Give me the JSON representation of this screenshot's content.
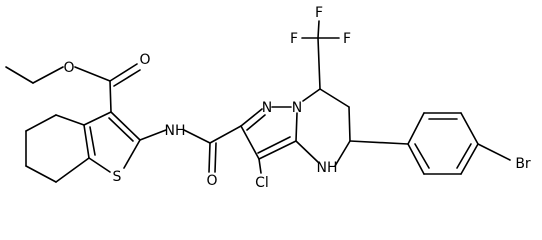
{
  "molecule": {
    "atoms": {
      "ester_O_double": "O",
      "ester_O_single": "O",
      "ring_S": "S",
      "amide_NH": "NH",
      "amide_O": "O",
      "CF3_F_top": "F",
      "CF3_F_right": "F",
      "CF3_F_left": "F",
      "pyrazole_N1": "N",
      "bridge_N": "N",
      "ring_NH": "NH",
      "chlorine": "Cl",
      "bromine": "Br"
    },
    "colors": {
      "bond": "#000000",
      "label": "#000000",
      "background": "#ffffff"
    }
  }
}
